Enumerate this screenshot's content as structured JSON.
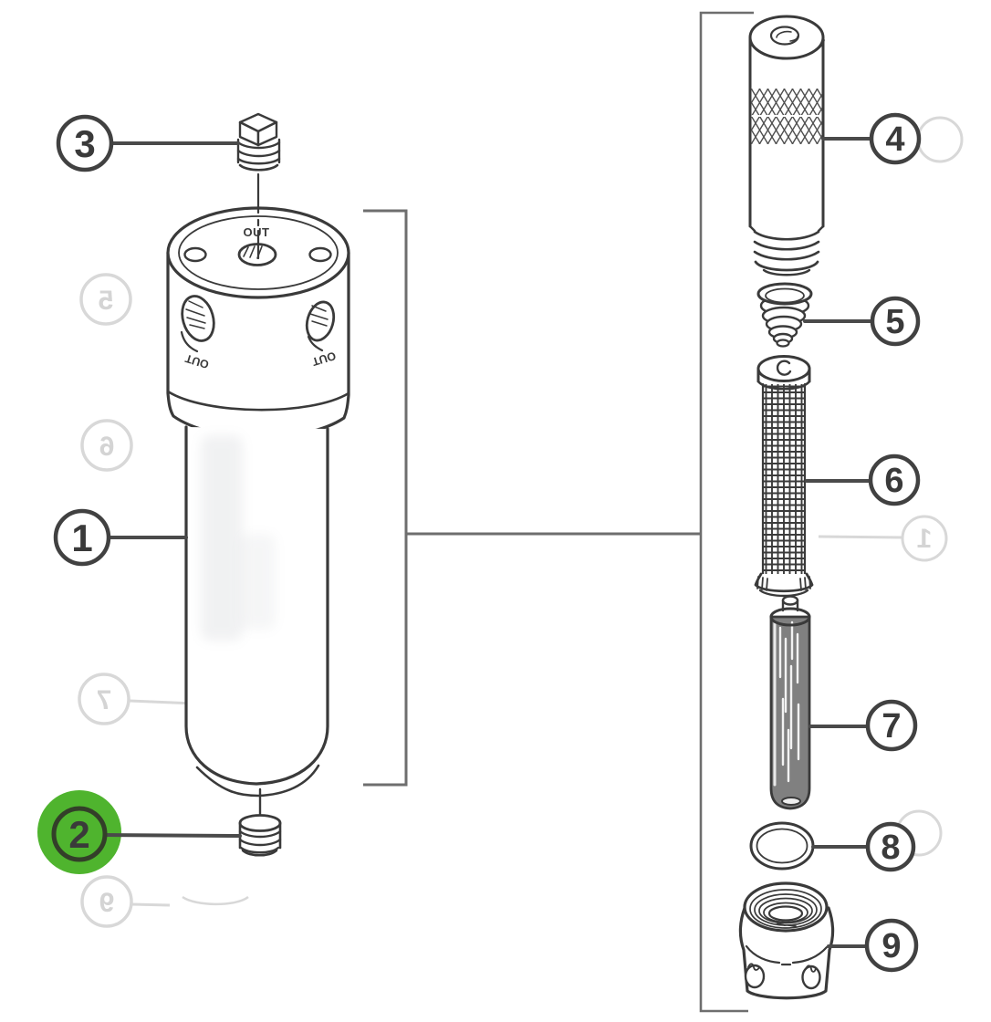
{
  "callouts": [
    {
      "number": "1",
      "highlighted": false
    },
    {
      "number": "2",
      "highlighted": true
    },
    {
      "number": "3",
      "highlighted": false
    },
    {
      "number": "4",
      "highlighted": false
    },
    {
      "number": "5",
      "highlighted": false
    },
    {
      "number": "6",
      "highlighted": false
    },
    {
      "number": "7",
      "highlighted": false
    },
    {
      "number": "8",
      "highlighted": false
    },
    {
      "number": "9",
      "highlighted": false
    }
  ],
  "port_labels": {
    "top": "OUT",
    "left": "OUT",
    "right": "OUT"
  },
  "colors": {
    "highlight_green": "#4fb42e",
    "line_art": "#3a3a3a",
    "leader": "#4a4a4a",
    "bracket": "#6e6e6e",
    "ghost": "#d8d8d8"
  },
  "ghost_bleedthrough_numbers": [
    "5",
    "6",
    "7",
    "9",
    "1"
  ]
}
